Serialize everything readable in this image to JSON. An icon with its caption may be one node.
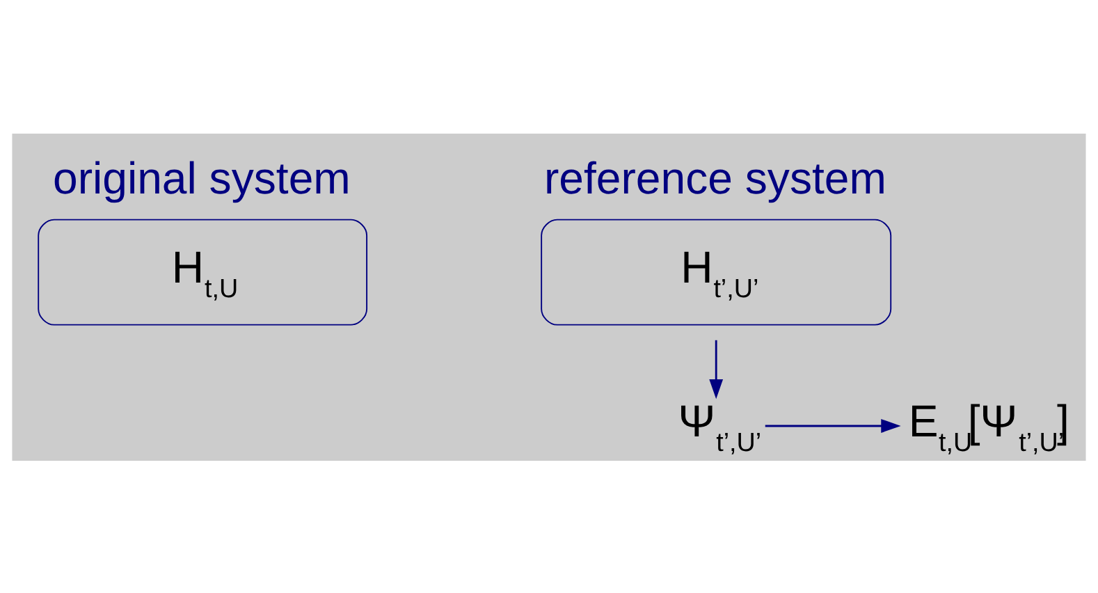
{
  "diagram": {
    "nodes": [
      {
        "text": [
          "original system",
          "H$_{t,U}$"
        ]
      },
      {
        "text": [
          "reference system",
          "H$_{t’,U’}$"
        ]
      },
      {
        "text": [
          "Ψ$_{t’,U’}$"
        ]
      },
      {
        "text": [
          "E$_{t,U}$[Ψ$_{t’,U’}$]"
        ]
      }
    ],
    "edges": [
      {
        "from": 1,
        "to": 2,
        "arrow": "to"
      },
      {
        "from": 2,
        "to": 3,
        "arrow": "to"
      }
    ]
  }
}
